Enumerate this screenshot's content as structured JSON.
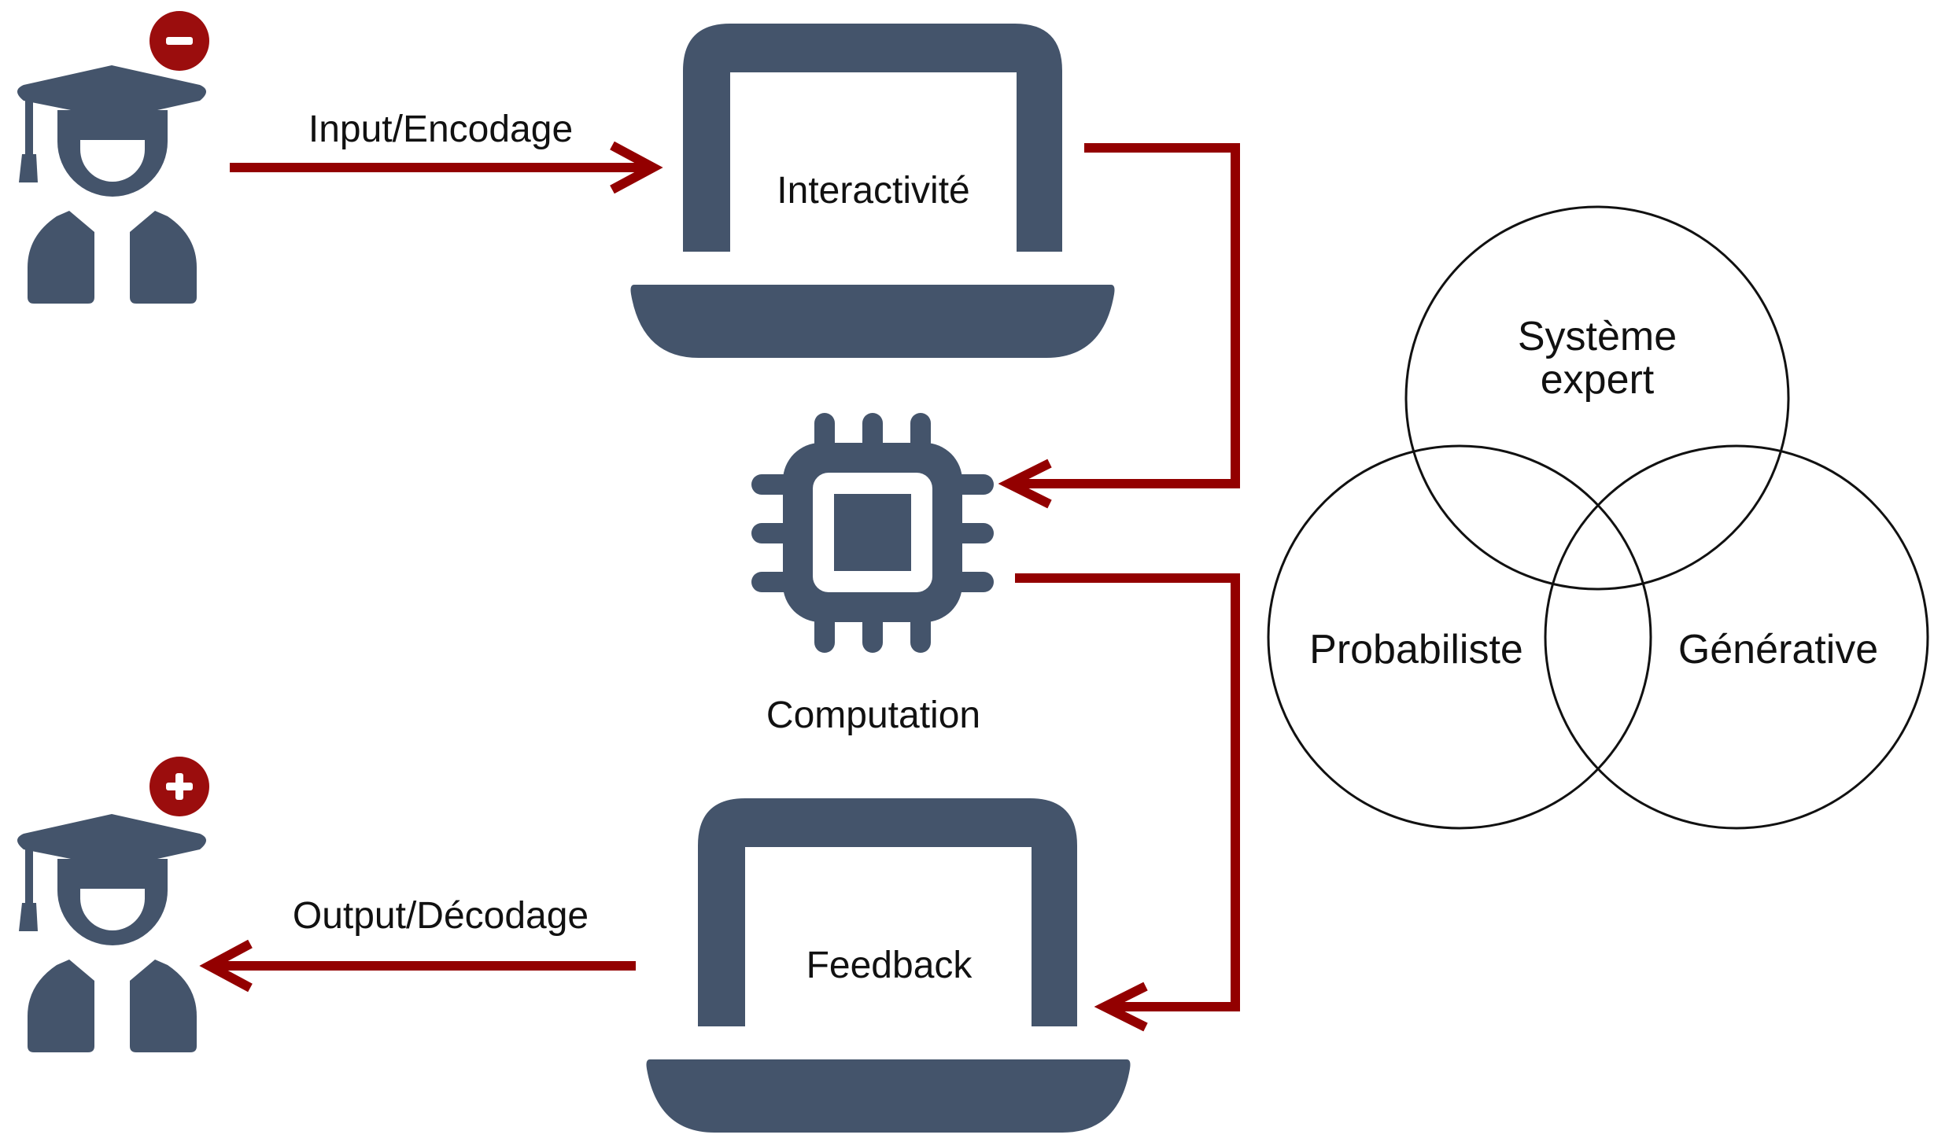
{
  "colors": {
    "icon": "#44546b",
    "arrow": "#930000",
    "badge": "#9b0d0d",
    "venn_stroke": "#111111",
    "text": "#111111",
    "background": "#ffffff"
  },
  "icons": {
    "student_top": "graduate-student-icon",
    "student_bottom": "graduate-student-icon",
    "badge_top": "minus-badge-icon",
    "badge_bottom": "plus-badge-icon",
    "laptop_top": "laptop-icon",
    "laptop_bottom": "laptop-icon",
    "cpu": "cpu-chip-icon"
  },
  "labels": {
    "input": "Input/Encodage",
    "output": "Output/Décodage",
    "interactivity": "Interactivité",
    "computation": "Computation",
    "feedback": "Feedback"
  },
  "venn": {
    "top_line1": "Système",
    "top_line2": "expert",
    "left": "Probabiliste",
    "right": "Générative"
  }
}
